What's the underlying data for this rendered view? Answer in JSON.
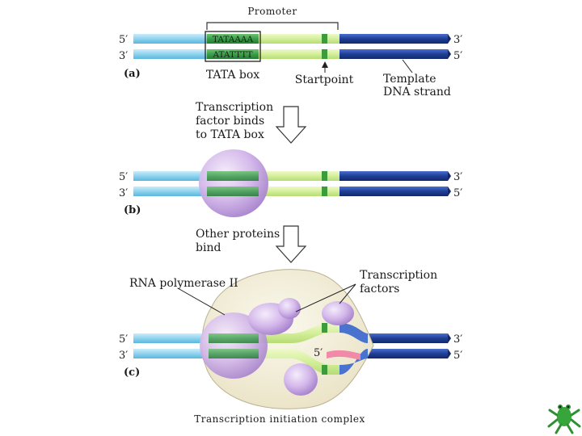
{
  "panel_a": {
    "tag": "(a)",
    "promoter_label": "Promoter",
    "tata_top": "TATAAAA",
    "tata_bottom": "ATATTTT",
    "tata_box_label": "TATA box",
    "startpoint_label": "Startpoint",
    "template_label_line1": "Template",
    "template_label_line2": "DNA strand",
    "end_top_left": "5′",
    "end_top_right": "3′",
    "end_bottom_left": "3′",
    "end_bottom_right": "5′"
  },
  "step1": {
    "line1": "Transcription",
    "line2": "factor binds",
    "line3": "to TATA box"
  },
  "panel_b": {
    "tag": "(b)",
    "end_top_left": "5′",
    "end_top_right": "3′",
    "end_bottom_left": "3′",
    "end_bottom_right": "5′"
  },
  "step2": {
    "line1": "Other proteins",
    "line2": "bind"
  },
  "panel_c": {
    "tag": "(c)",
    "rna_pol_label": "RNA polymerase II",
    "tf_label_line1": "Transcription",
    "tf_label_line2": "factors",
    "rna_5prime": "5′",
    "end_top_left": "5′",
    "end_top_right": "3′",
    "end_bottom_left": "3′",
    "end_bottom_right": "5′",
    "complex_label": "Transcription initiation complex"
  },
  "colors": {
    "light_strand": "#8fd3ee",
    "dark_strand": "#1f3f96",
    "tata_green": "#3aa04a",
    "promoter_lime": "#d4ef9a",
    "startpoint_green": "#3c9c3c",
    "protein_purple": "#c9a6e4",
    "complex_beige": "#f1ecd4",
    "rna_pink": "#f08aa8"
  }
}
